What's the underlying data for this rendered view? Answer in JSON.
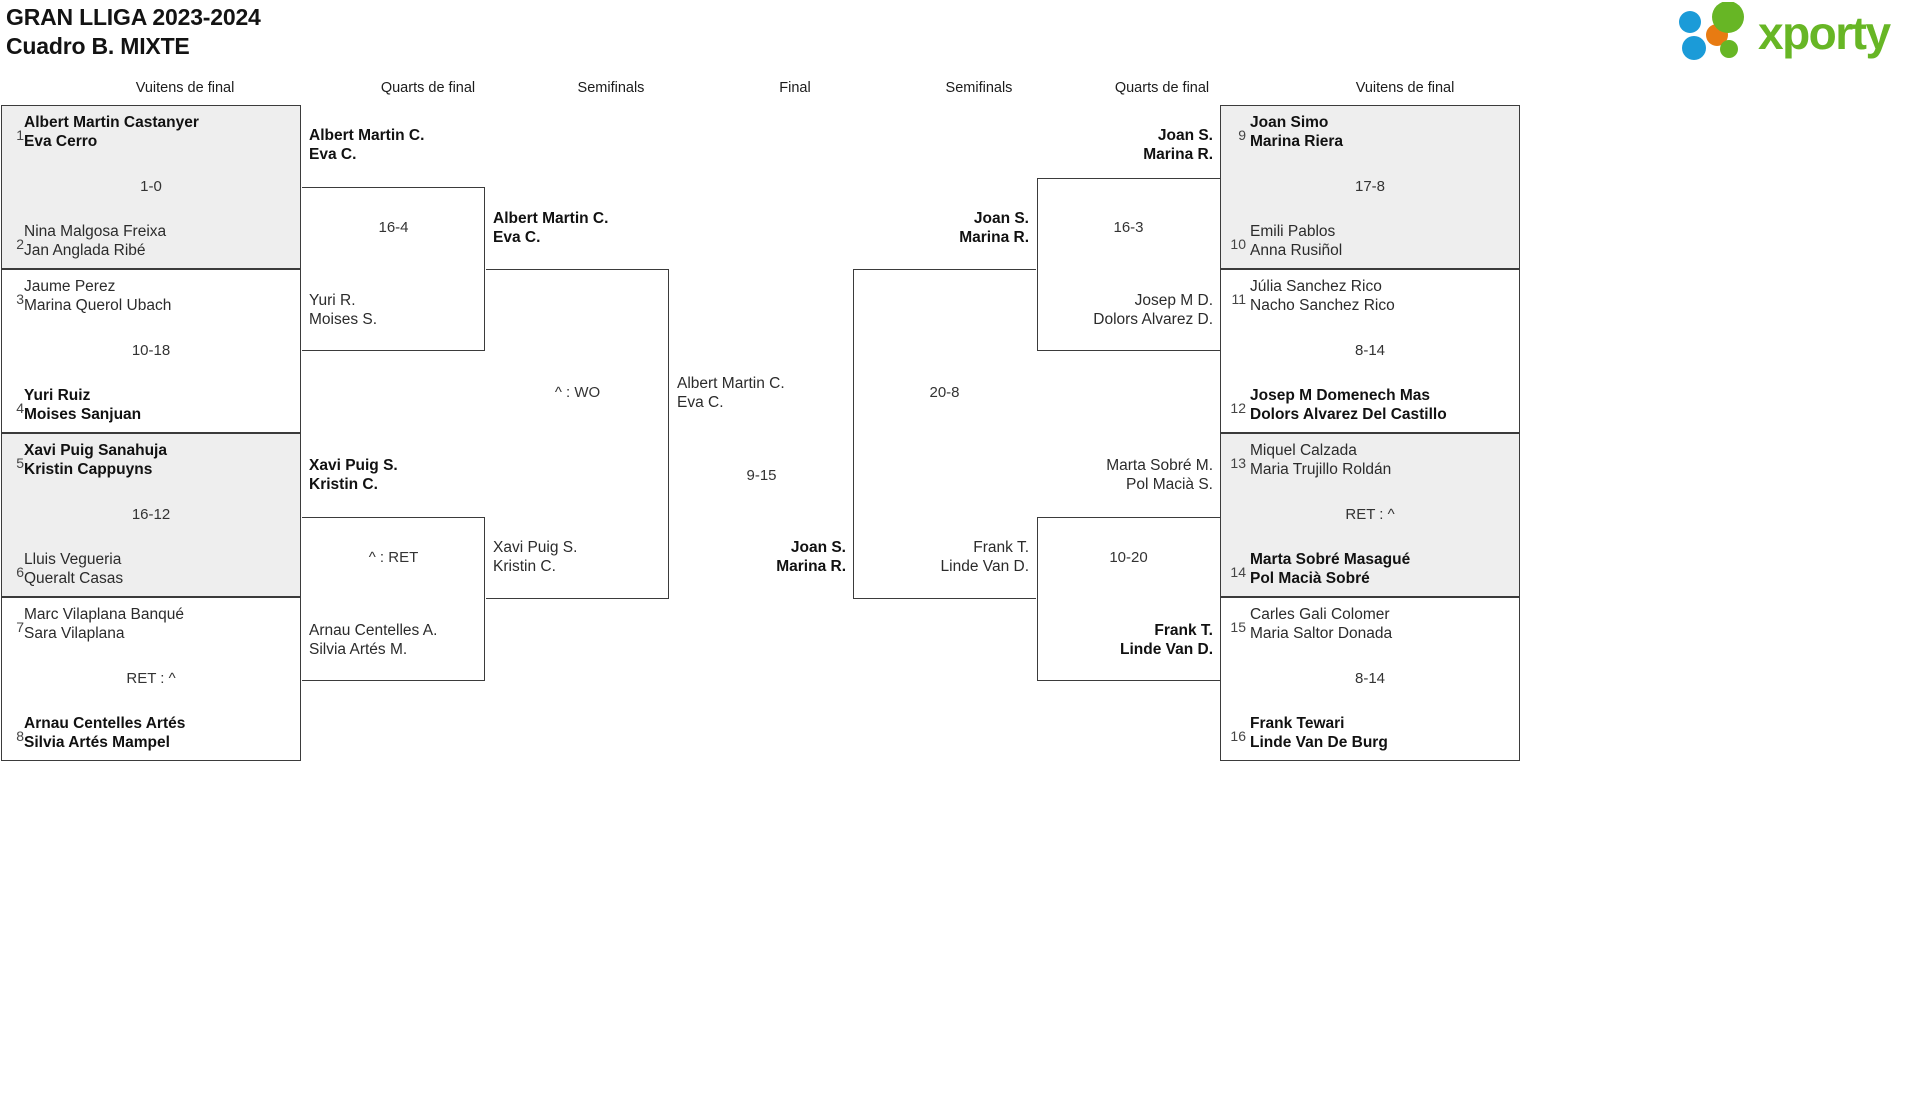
{
  "header": {
    "title_line1": "GRAN LLIGA 2023-2024",
    "title_line2": "Cuadro B. MIXTE",
    "logo_text": "xporty",
    "logo_colors": {
      "green": "#67b625",
      "blue": "#1b9bd8",
      "orange": "#e87b12"
    }
  },
  "round_headers": {
    "left_r16": "Vuitens de final",
    "left_qf": "Quarts de final",
    "left_sf": "Semifinals",
    "final": "Final",
    "right_sf": "Semifinals",
    "right_qf": "Quarts de final",
    "right_r16": "Vuitens de final"
  },
  "left_r16": [
    {
      "seed_top": "1",
      "top_line1": "Albert Martin Castanyer",
      "top_line2": "Eva Cerro",
      "top_winner": true,
      "score": "1-0",
      "seed_bottom": "2",
      "bottom_line1": "Nina Malgosa Freixa",
      "bottom_line2": "Jan Anglada Ribé",
      "bottom_winner": false,
      "shaded": true
    },
    {
      "seed_top": "3",
      "top_line1": "Jaume Perez",
      "top_line2": "Marina Querol Ubach",
      "top_winner": false,
      "score": "10-18",
      "seed_bottom": "4",
      "bottom_line1": "Yuri Ruiz",
      "bottom_line2": "Moises Sanjuan",
      "bottom_winner": true,
      "shaded": false
    },
    {
      "seed_top": "5",
      "top_line1": "Xavi Puig Sanahuja",
      "top_line2": "Kristin Cappuyns",
      "top_winner": true,
      "score": "16-12",
      "seed_bottom": "6",
      "bottom_line1": "Lluis Vegueria",
      "bottom_line2": "Queralt Casas",
      "bottom_winner": false,
      "shaded": true
    },
    {
      "seed_top": "7",
      "top_line1": "Marc Vilaplana Banqué",
      "top_line2": "Sara Vilaplana",
      "top_winner": false,
      "score": "RET : ^",
      "seed_bottom": "8",
      "bottom_line1": "Arnau Centelles Artés",
      "bottom_line2": "Silvia Artés Mampel",
      "bottom_winner": true,
      "shaded": false
    }
  ],
  "left_qf": [
    {
      "top_line1": "Albert Martin C.",
      "top_line2": "Eva C.",
      "top_winner": true,
      "score": "16-4",
      "bottom_line1": "Yuri R.",
      "bottom_line2": "Moises S.",
      "bottom_winner": false
    },
    {
      "top_line1": "Xavi Puig S.",
      "top_line2": "Kristin C.",
      "top_winner": true,
      "score": "^ : RET",
      "bottom_line1": "Arnau Centelles A.",
      "bottom_line2": "Silvia Artés M.",
      "bottom_winner": false
    }
  ],
  "left_sf": [
    {
      "top_line1": "Albert Martin C.",
      "top_line2": "Eva C.",
      "top_winner": true,
      "score": "^ : WO",
      "bottom_line1": "Xavi Puig S.",
      "bottom_line2": "Kristin C.",
      "bottom_winner": false
    }
  ],
  "final": {
    "left_line1": "Albert Martin C.",
    "left_line2": "Eva C.",
    "left_winner": false,
    "score": "9-15",
    "right_line1": "Joan S.",
    "right_line2": "Marina R.",
    "right_winner": true
  },
  "right_sf": [
    {
      "top_line1": "Joan S.",
      "top_line2": "Marina R.",
      "top_winner": true,
      "score": "20-8",
      "bottom_line1": "Frank T.",
      "bottom_line2": "Linde Van D.",
      "bottom_winner": false
    }
  ],
  "right_qf": [
    {
      "top_line1": "Joan S.",
      "top_line2": "Marina R.",
      "top_winner": true,
      "score": "16-3",
      "bottom_line1": "Josep M D.",
      "bottom_line2": "Dolors Alvarez D.",
      "bottom_winner": false
    },
    {
      "top_line1": "Marta Sobré M.",
      "top_line2": "Pol Macià S.",
      "top_winner": false,
      "score": "10-20",
      "bottom_line1": "Frank T.",
      "bottom_line2": "Linde Van D.",
      "bottom_winner": true
    }
  ],
  "right_r16": [
    {
      "seed_top": "9",
      "top_line1": "Joan Simo",
      "top_line2": "Marina Riera",
      "top_winner": true,
      "score": "17-8",
      "seed_bottom": "10",
      "bottom_line1": "Emili Pablos",
      "bottom_line2": "Anna Rusiñol",
      "bottom_winner": false,
      "shaded": true
    },
    {
      "seed_top": "11",
      "top_line1": "Júlia Sanchez Rico",
      "top_line2": "Nacho Sanchez Rico",
      "top_winner": false,
      "score": "8-14",
      "seed_bottom": "12",
      "bottom_line1": "Josep M Domenech Mas",
      "bottom_line2": "Dolors Alvarez Del Castillo",
      "bottom_winner": true,
      "shaded": false
    },
    {
      "seed_top": "13",
      "top_line1": "Miquel Calzada",
      "top_line2": "Maria Trujillo Roldán",
      "top_winner": false,
      "score": "RET : ^",
      "seed_bottom": "14",
      "bottom_line1": "Marta Sobré Masagué",
      "bottom_line2": "Pol Macià Sobré",
      "bottom_winner": true,
      "shaded": true
    },
    {
      "seed_top": "15",
      "top_line1": "Carles Gali Colomer",
      "top_line2": "Maria Saltor Donada",
      "top_winner": false,
      "score": "8-14",
      "seed_bottom": "16",
      "bottom_line1": "Frank Tewari",
      "bottom_line2": "Linde Van De Burg",
      "bottom_winner": true,
      "shaded": false
    }
  ]
}
